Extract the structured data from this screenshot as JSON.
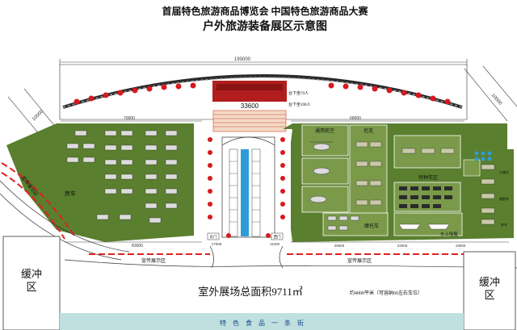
{
  "header": {
    "line1": "首届特色旅游商品博览会  中国特色旅游商品大赛",
    "line2": "户外旅游装备展区示意图"
  },
  "dimensions": {
    "top_width": "193000",
    "mid_left": "79000",
    "mid_right": "68000",
    "left_diag": "10000",
    "right_diag": "10000",
    "bottom_left": "83000",
    "bottom_mid_left": "17000",
    "bottom_mid_right": "11000",
    "bottom_right1": "25500",
    "bottom_right2": "22500",
    "bottom_right3": "19000"
  },
  "stage": {
    "center_label": "33600",
    "label_a": "台下坐70人",
    "label_b": "台下坐100人"
  },
  "zones": {
    "rv": "房车",
    "aviation": "通用航空",
    "tank": "坦克",
    "special_vehicle": "特种车区",
    "motorcycle": "摩托车",
    "yacht": "水上船艇",
    "small1": "沙滩车",
    "small2": "越野车",
    "small3": "房车"
  },
  "promo": {
    "left_diag": "宣传展示区",
    "bottom_left": "宣传展示区",
    "bottom_right": "宣传展示区"
  },
  "entrances": {
    "left": "东门",
    "right": "西门"
  },
  "buffer": {
    "left": "缓冲区",
    "right": "缓冲区"
  },
  "footer": {
    "area_main": "室外展场总面积9711㎡",
    "area_note": "约4000平米（可容纳60左右车位）",
    "street": "特　色　食　品　一　条　街"
  },
  "colors": {
    "zone_green": "#5a7f2e",
    "road_blue": "#2e9bd8",
    "stage_red": "#b21d1d",
    "street_teal": "#bfe0de",
    "dot_red": "#d71920",
    "dash_red": "#e02020"
  }
}
